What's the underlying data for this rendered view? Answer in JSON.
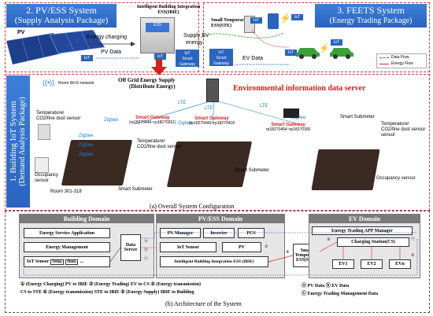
{
  "top": {
    "pv_ess_title": "2. PV/ESS System",
    "pv_ess_subtitle": "(Supply Analysis Package)",
    "feets_title": "3. FEETS System",
    "feets_subtitle": "(Energy Trading Package)",
    "pv_label": "PV",
    "energy_charging": "Energy charging",
    "ibie_title": "Intelligent Building Integration ESS(IBIE)",
    "supply_ev": "Supply EV",
    "energy_label": "energy",
    "pv_data": "PV Data",
    "iot": "IoT",
    "smart_gateway": "Smart Gateway",
    "ste_title": "Small Temporary ESS(STE)",
    "ev_data": "EV Data",
    "legend_data_flow": "Data Flow",
    "legend_energy_flow": "Energy Flow",
    "ess_screen": "ESS"
  },
  "mid": {
    "building_title": "1. Building IoT System",
    "building_subtitle": "(Demand Analysis Package)",
    "wifi": "Room Wi-Fi network",
    "off_grid": "Off Grid Energy Supply",
    "off_grid_sub": "(Distribute Energy)",
    "env_server": "Environmental information data server",
    "lte": "LTE",
    "zigbee": "Zigbee",
    "temp_sensor_1": "Temperature/",
    "temp_sensor_2": "CO2/fine dust sensor",
    "occupancy_1": "Occupancy",
    "occupancy_2": "sensor",
    "room": "Room 301-318",
    "smart_submeter": "Smart Submeter",
    "gw_a_id": "(rp18270446~rp18270261)",
    "gw_b_id": "(rp18270446~rp18270418",
    "gw_c_id": "rp18270454~rp18270300",
    "occupancy_sensor": "Occupancy sensor",
    "caption": "(a) Overall System Configuration"
  },
  "arch": {
    "building_domain": "Building Domain",
    "pvess_domain": "PV/ESS Domain",
    "ev_domain": "EV Domain",
    "esa": "Energy Service Application",
    "em": "Energy Management",
    "iot_sensor": "IoT Sensor",
    "temp": "Temp.",
    "hum": "Hum.",
    "ellipsis": "...",
    "data_server_1": "Data",
    "data_server_2": "Server",
    "pv_manager": "PV Manager",
    "inverter": "Inverter",
    "pcs": "PCS",
    "iot_sensor2": "IoT Sensor",
    "pv": "PV",
    "ibie": "Intelligent Building Integration ESS (IBIE)",
    "etam": "Energy Trading APP Manager",
    "cs": "Charging Station(CS)",
    "ste_1": "Small",
    "ste_2": "Temporary",
    "ste_3": "ESS(STE)",
    "ev1": "EV1",
    "ev2": "EV2",
    "evn": "EVn",
    "m1": "①",
    "m2": "②",
    "m3": "③",
    "m4": "④",
    "ma": "ⓐ",
    "mb": "ⓑ",
    "mc": "ⓒ",
    "legend1": "① (Energy Charging) PV to IBIE  ② (Energy Trading) EV to CS  ③ (Energy transmission)",
    "legend2": "CS to STE ④ (Energy transmission) STE to IBIE ⑤ (Energy Supply) IBIE to Building",
    "legend_r1": "ⓐ PV Data  ⓑ EV Data",
    "legend_r2": "ⓒ Energy Trading Management Data",
    "caption": "(b) Architecture of the System"
  }
}
